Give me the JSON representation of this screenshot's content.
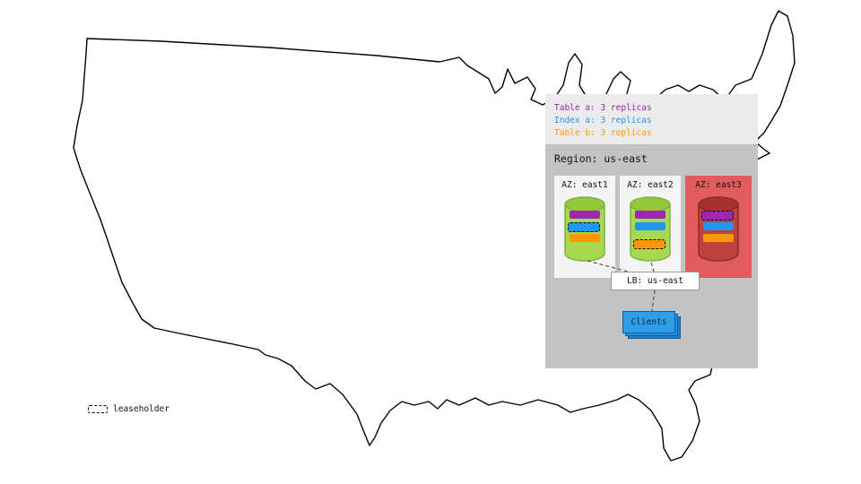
{
  "replica_legend": {
    "items": [
      {
        "label": "Table a: 3 replicas",
        "color": "#9c27b0"
      },
      {
        "label": "Index a: 3 replicas",
        "color": "#2196f3"
      },
      {
        "label": "Table b: 3 replicas",
        "color": "#ff9800"
      }
    ]
  },
  "region": {
    "title": "Region: us-east",
    "azs": [
      {
        "label": "AZ: east1",
        "status": "healthy",
        "leaseholder_for": "Index a"
      },
      {
        "label": "AZ: east2",
        "status": "healthy",
        "leaseholder_for": "Table b"
      },
      {
        "label": "AZ: east3",
        "status": "failed",
        "leaseholder_for": "Table a"
      }
    ],
    "load_balancer": {
      "label": "LB: us-east"
    },
    "clients": {
      "label": "Clients"
    }
  },
  "leaseholder_legend": {
    "label": "leaseholder"
  },
  "colors": {
    "table_a": "#9c27b0",
    "index_a": "#2196f3",
    "table_b": "#ff9800",
    "az_healthy_bg": "#f4f4f4",
    "az_failed_bg": "#e15d5d",
    "node_healthy": "#a8d84f",
    "node_failed": "#c04040",
    "clients_blue": "#2e9fe6",
    "panel_light": "#ebebeb",
    "panel_gray": "#c3c3c3"
  }
}
